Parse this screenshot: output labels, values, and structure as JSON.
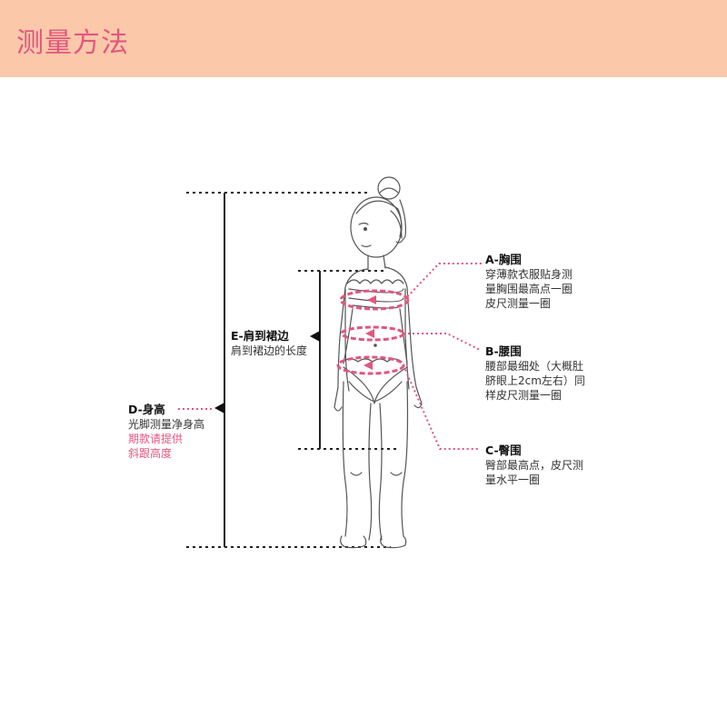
{
  "header": {
    "title": "测量方法"
  },
  "colors": {
    "header_bg": "#fbc8aa",
    "accent": "#e2567e",
    "line": "#222222"
  },
  "labels": {
    "a": {
      "title": "A-胸围",
      "lines": [
        "穿薄款衣服贴身测",
        "量胸围最高点一圈",
        "皮尺测量一圈"
      ]
    },
    "b": {
      "title": "B-腰围",
      "lines": [
        "腰部最细处（大概肚",
        "脐眼上2cm左右）同",
        "样皮尺测量一圈"
      ]
    },
    "c": {
      "title": "C-臀围",
      "lines": [
        "臀部最高点，皮尺测",
        "量水平一圈"
      ]
    },
    "d": {
      "title": "D-身高",
      "lines": [
        "光脚测量净身高"
      ],
      "pink_lines": [
        "期款请提供",
        "斜跟高度"
      ]
    },
    "e": {
      "title": "E-肩到裙边",
      "lines": [
        "肩到裙边的长度"
      ]
    }
  }
}
